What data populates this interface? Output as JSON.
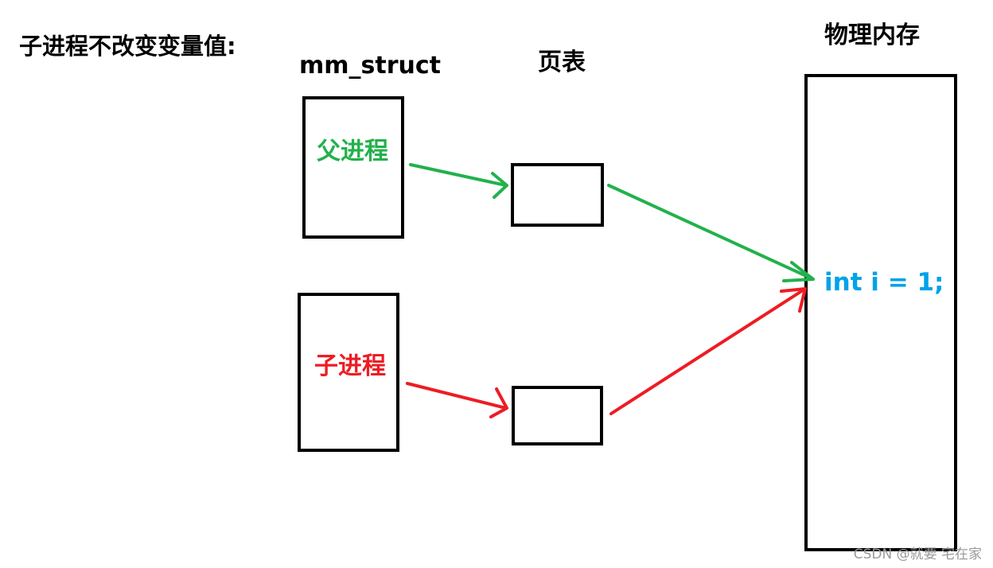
{
  "title": "子进程不改变变量值:",
  "columns": {
    "mm_struct": "mm_struct",
    "page_table": "页表",
    "physical_memory": "物理内存"
  },
  "processes": {
    "parent": {
      "label": "父进程",
      "color": "#22b14c"
    },
    "child": {
      "label": "子进程",
      "color": "#ed1c24"
    }
  },
  "memory": {
    "variable": "int i = 1;",
    "color": "#00a2e8"
  },
  "watermark": "CSDN @就要 宅在家"
}
